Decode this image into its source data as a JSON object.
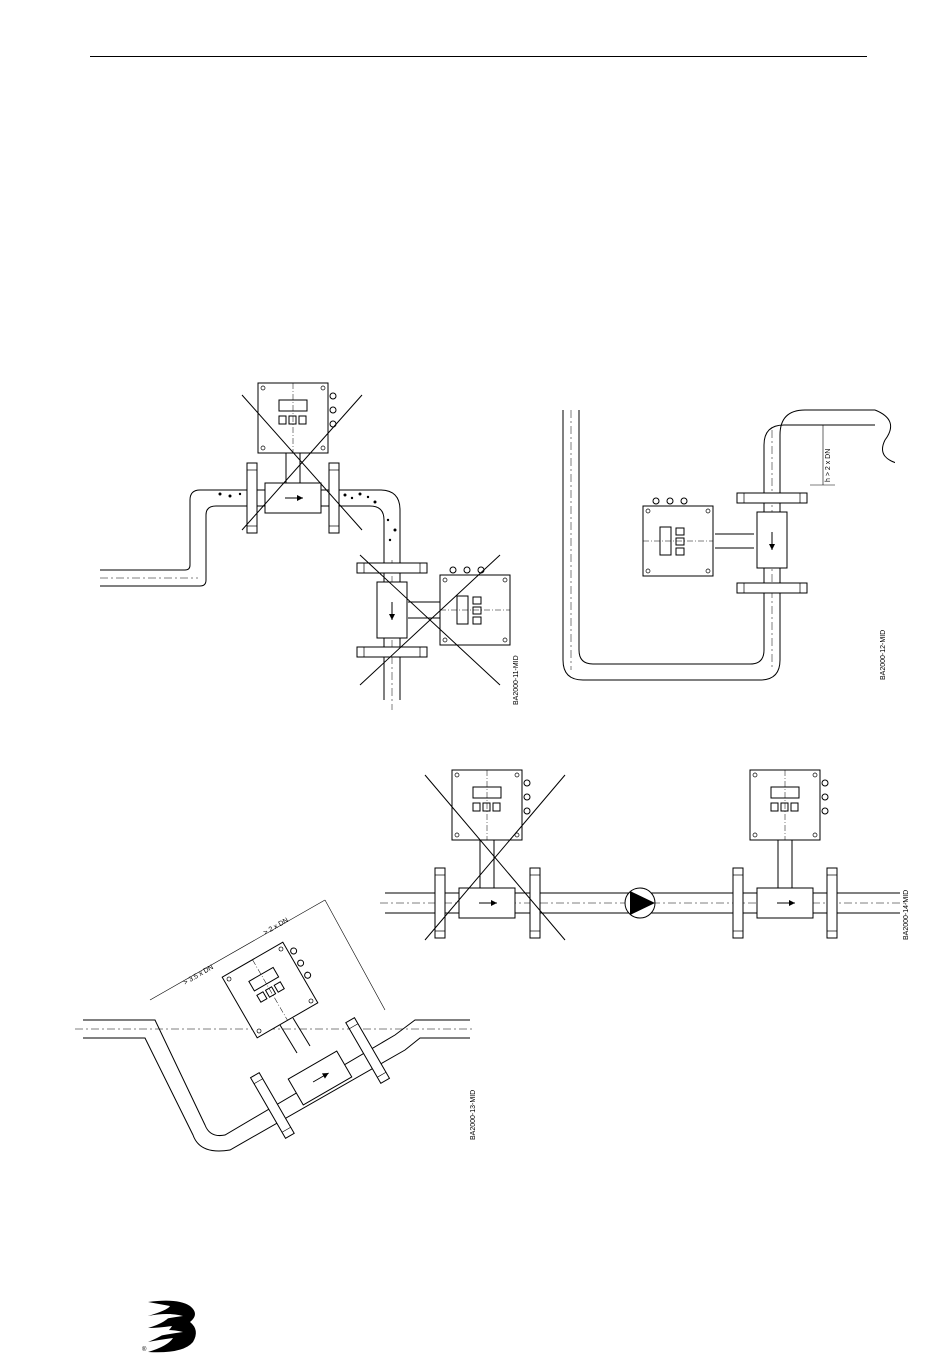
{
  "figures": {
    "fig1": {
      "label": "BA2000-11-MID"
    },
    "fig2": {
      "label": "BA2000-12-MID",
      "dim": "h > 2 x DN"
    },
    "fig3": {
      "label": "BA2000-13-MID",
      "dim_a": "> 3.5 x DN",
      "dim_b": "> 2 x DN"
    },
    "fig4": {
      "label": "BA2000-14-MID"
    }
  },
  "logo": {
    "mark": "®",
    "icon": "company-logo-icon"
  }
}
